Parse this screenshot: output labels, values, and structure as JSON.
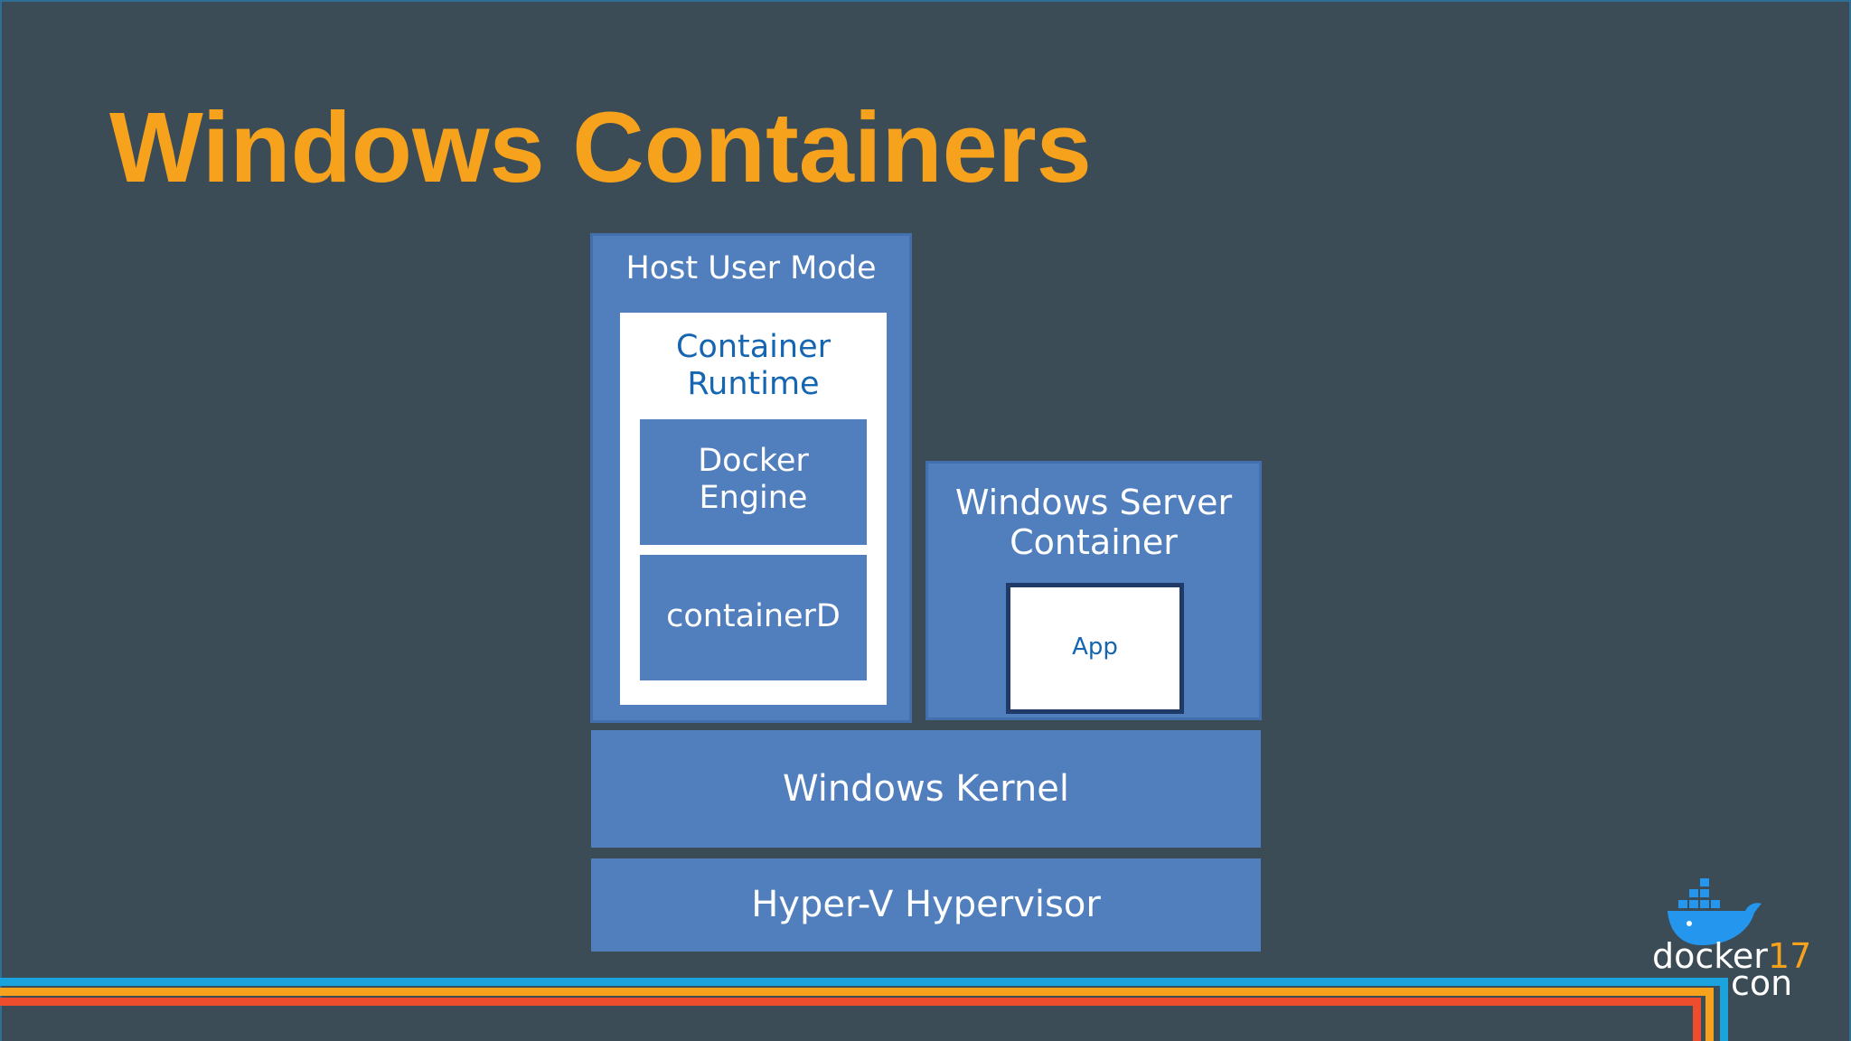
{
  "slide": {
    "title": "Windows Containers"
  },
  "diagram": {
    "host_user_mode": "Host User Mode",
    "container_runtime": "Container\nRuntime",
    "docker_engine": "Docker\nEngine",
    "containerd": "containerD",
    "windows_server_container": "Windows Server\nContainer",
    "app": "App",
    "windows_kernel": "Windows Kernel",
    "hyperv_hypervisor": "Hyper-V Hypervisor"
  },
  "logo": {
    "brand": "docker",
    "year": "17",
    "suffix": "con"
  },
  "colors": {
    "background": "#3b4c56",
    "title": "#f6a21d",
    "box_blue": "#517fbe",
    "box_white": "#ffffff",
    "dark_text": "#1565b0",
    "stripe_blue": "#1aa3dc",
    "stripe_orange": "#f6a21d",
    "stripe_red": "#ee4d2d"
  }
}
